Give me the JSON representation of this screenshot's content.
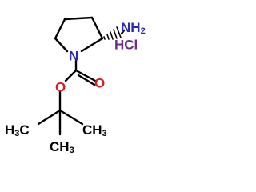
{
  "molecule": {
    "labels": {
      "amine": "NH",
      "amine_subscript": "2",
      "salt": "HCl",
      "ring_nitrogen": "N",
      "ether_oxygen": "O",
      "carbonyl_oxygen": "O",
      "methyl_left": "H",
      "methyl_left_subscript": "3",
      "methyl_left_c": "C",
      "methyl_right_c": "C",
      "methyl_right": "H",
      "methyl_right_subscript": "3"
    },
    "colors": {
      "amine": "#2a2ab8",
      "salt": "#6b2a8f",
      "ring_nitrogen": "#2a2ab8",
      "ether_oxygen": "#d02020",
      "carbonyl_oxygen": "#d02020",
      "carbon": "#000000",
      "bond": "#000000"
    }
  }
}
